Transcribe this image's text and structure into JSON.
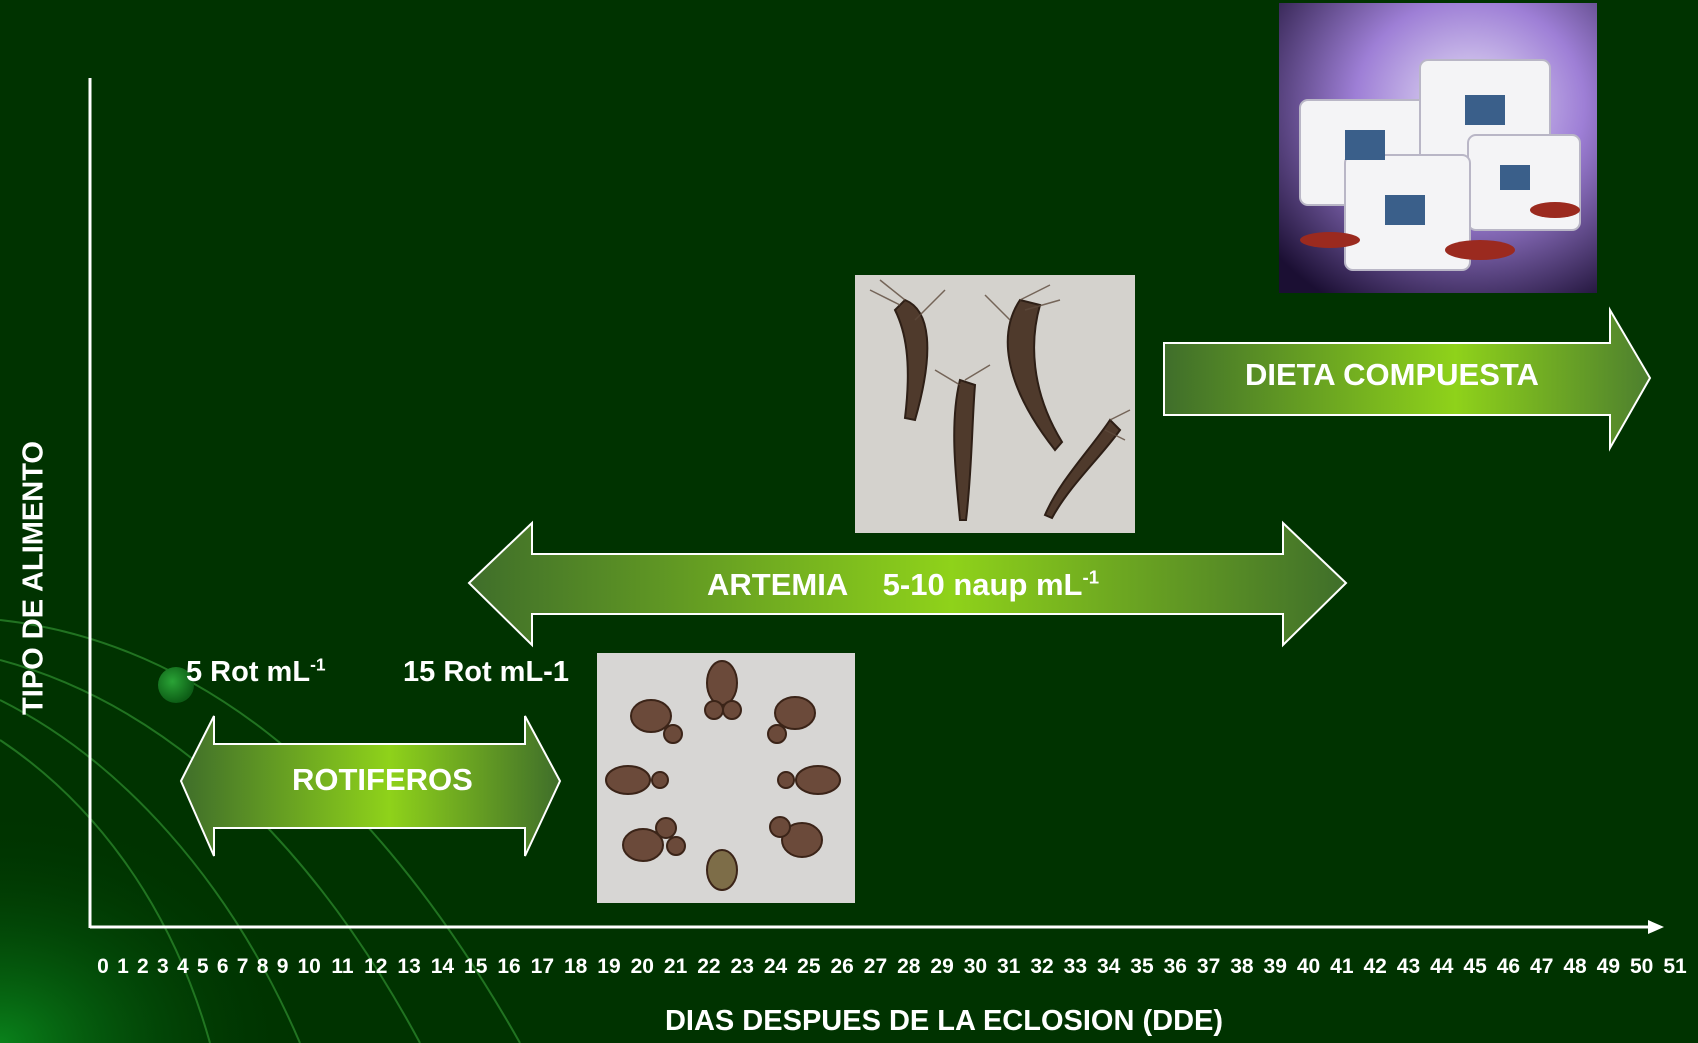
{
  "y_axis_title": "TIPO DE ALIMENTO",
  "x_axis_title": "DIAS DESPUES DE LA ECLOSION (DDE)",
  "x_ticks": [
    "0",
    "1",
    "2",
    "3",
    "4",
    "5",
    "6",
    "7",
    "8",
    "9",
    "10",
    "11",
    "12",
    "13",
    "14",
    "15",
    "16",
    "17",
    "18",
    "19",
    "20",
    "21",
    "22",
    "23",
    "24",
    "25",
    "26",
    "27",
    "28",
    "29",
    "30",
    "31",
    "32",
    "33",
    "34",
    "35",
    "36",
    "37",
    "38",
    "39",
    "40",
    "41",
    "42",
    "43",
    "44",
    "45",
    "46",
    "47",
    "48",
    "49",
    "50",
    "51"
  ],
  "labels": {
    "rot_low_main": "5 Rot mL",
    "rot_low_sup": "-1",
    "rot_high": "15 Rot mL-1"
  },
  "arrows": {
    "rotiferos": "ROTIFEROS",
    "artemia_name": "ARTEMIA",
    "artemia_density": "5-10 naup  mL",
    "artemia_sup": "-1",
    "dieta": "DIETA COMPUESTA"
  },
  "colors": {
    "background": "#003300",
    "arrow_dark": "#3f6e2a",
    "arrow_light": "#8fd21a",
    "text": "#ffffff"
  }
}
